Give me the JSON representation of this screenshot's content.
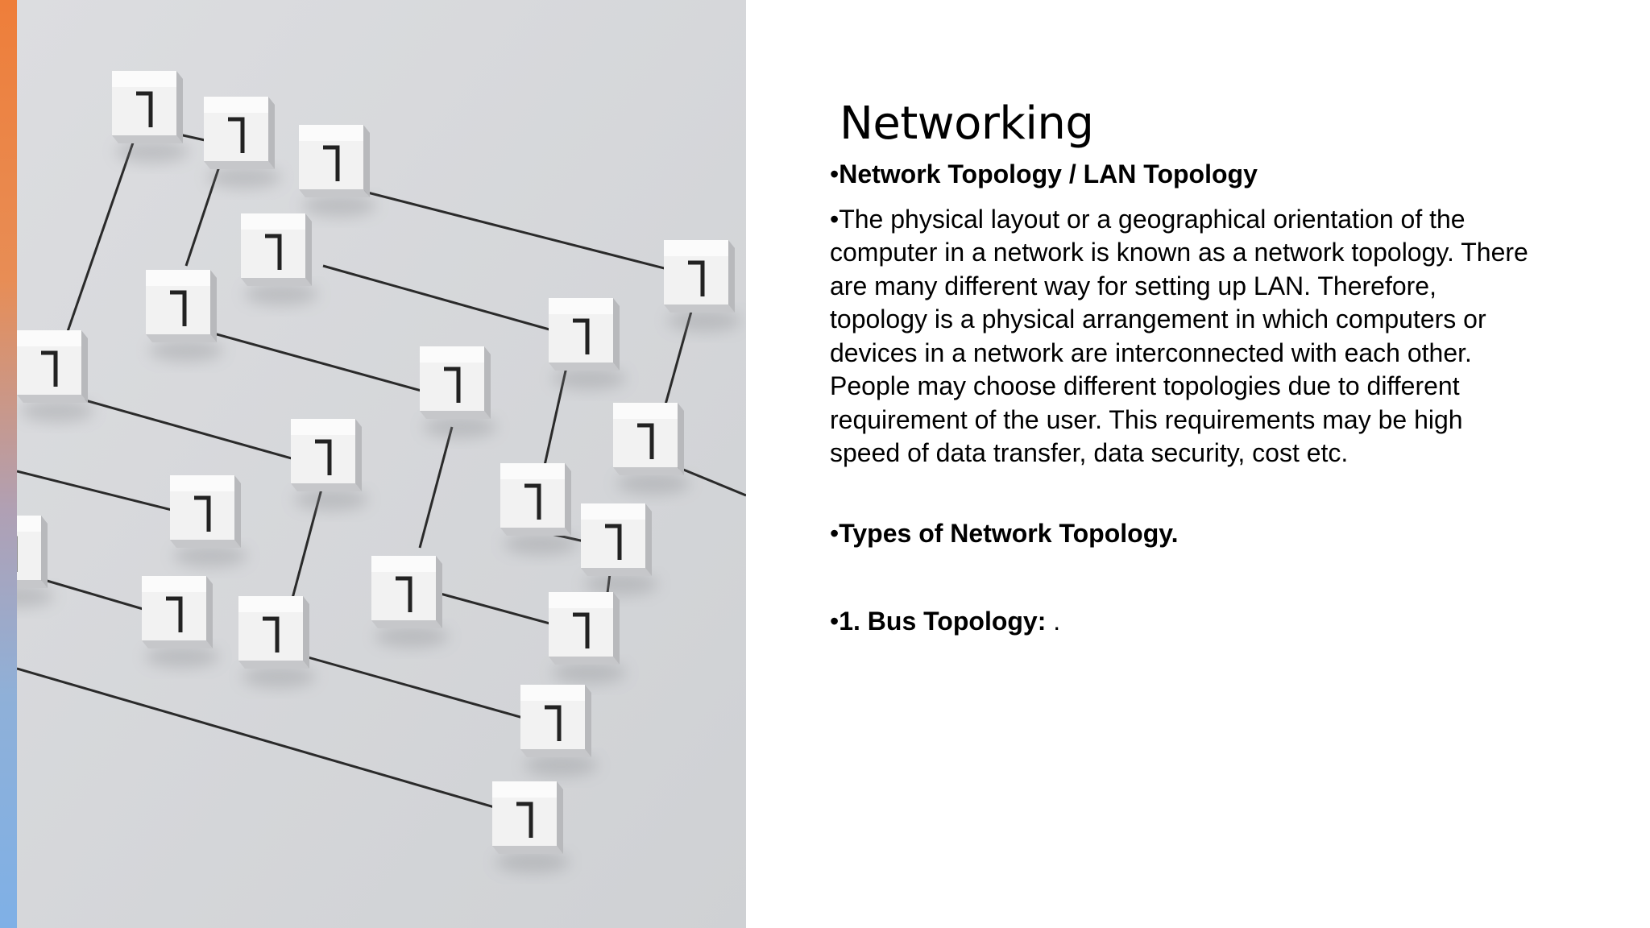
{
  "slide": {
    "title": "Networking",
    "bullets": [
      {
        "marker": "•",
        "text": "Network Topology / LAN Topology"
      },
      {
        "marker": "•",
        "text": "The physical layout or a geographical orientation of the computer in a network is known as a network topology. There are many different way for setting up LAN. Therefore, topology is a physical arrangement in which computers or devices in a network are interconnected with each other. People may choose different topologies due to different requirement of the user. This requirements may be high speed of data transfer, data security, cost etc."
      },
      {
        "marker": "•",
        "text": "Types of Network Topology."
      },
      {
        "marker": "•",
        "label": "1. Bus Topology:",
        "rest": " ."
      }
    ]
  },
  "image": {
    "icon": "network-cubes-illustration"
  },
  "colors": {
    "accent_top": "#ee7e3a",
    "accent_bottom": "#7fb0e6",
    "image_background": "#d8d9dc",
    "text": "#000000"
  }
}
